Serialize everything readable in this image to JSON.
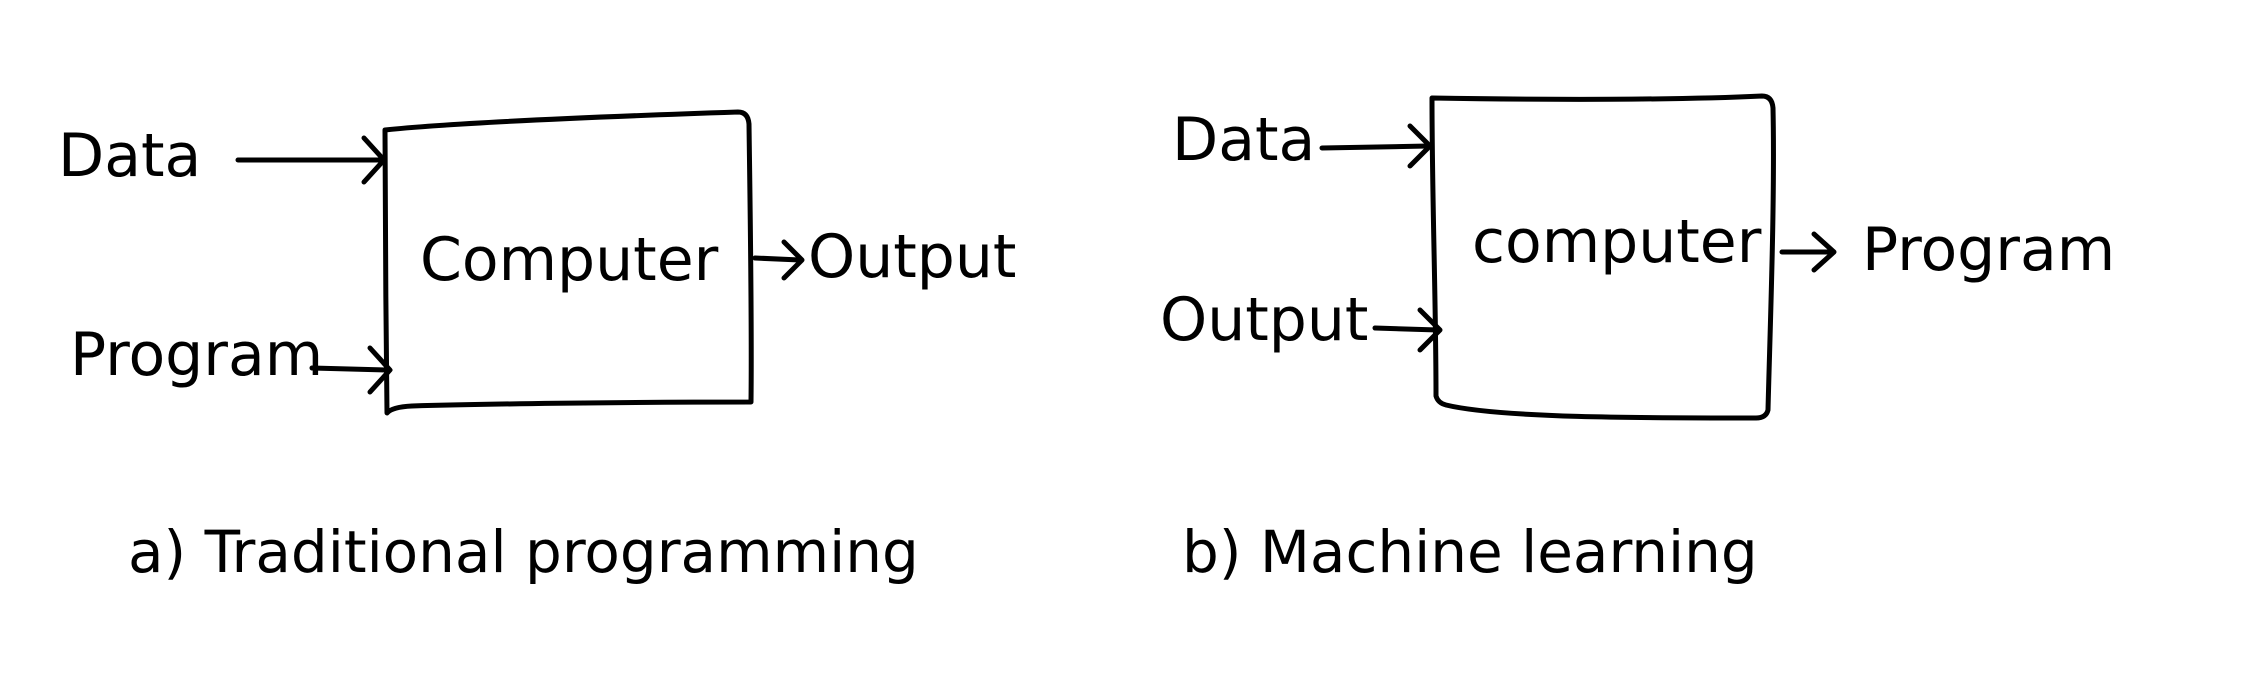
{
  "diagrams": {
    "traditional": {
      "inputs": [
        "Data",
        "Program"
      ],
      "box_label": "Computer",
      "output": "Output",
      "caption": "a) Traditional programming"
    },
    "machine_learning": {
      "inputs": [
        "Data",
        "Output"
      ],
      "box_label": "computer",
      "output": "Program",
      "caption": "b) Machine learning"
    }
  }
}
